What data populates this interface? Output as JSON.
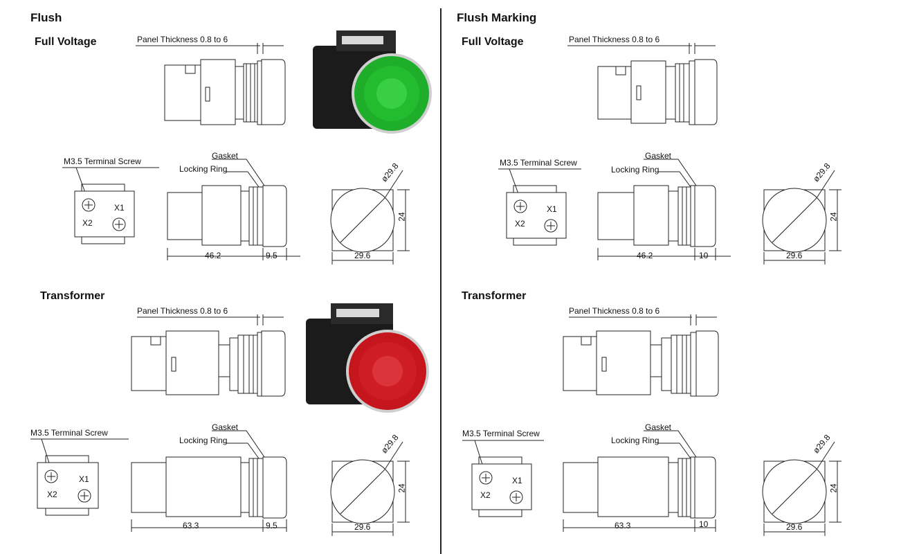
{
  "sections": [
    {
      "title": "Flush"
    },
    {
      "title": "Flush Marking"
    }
  ],
  "subsections": {
    "full_voltage": "Full Voltage",
    "transformer": "Transformer"
  },
  "labels": {
    "panel_thickness": "Panel Thickness 0.8 to 6",
    "terminal_screw": "M3.5 Terminal Screw",
    "gasket": "Gasket",
    "locking_ring": "Locking Ring",
    "x1": "X1",
    "x2": "X2",
    "diameter": "ø29.8",
    "side": "24",
    "width": "29.6"
  },
  "dims": {
    "fv_body": "46.2",
    "tr_body": "63.3",
    "flush_lens": "9.5",
    "marking_lens": "10"
  },
  "photos": {
    "green_lens_color": "#1fae2a",
    "red_lens_color": "#c4161c",
    "housing_color": "#1b1b1b"
  }
}
